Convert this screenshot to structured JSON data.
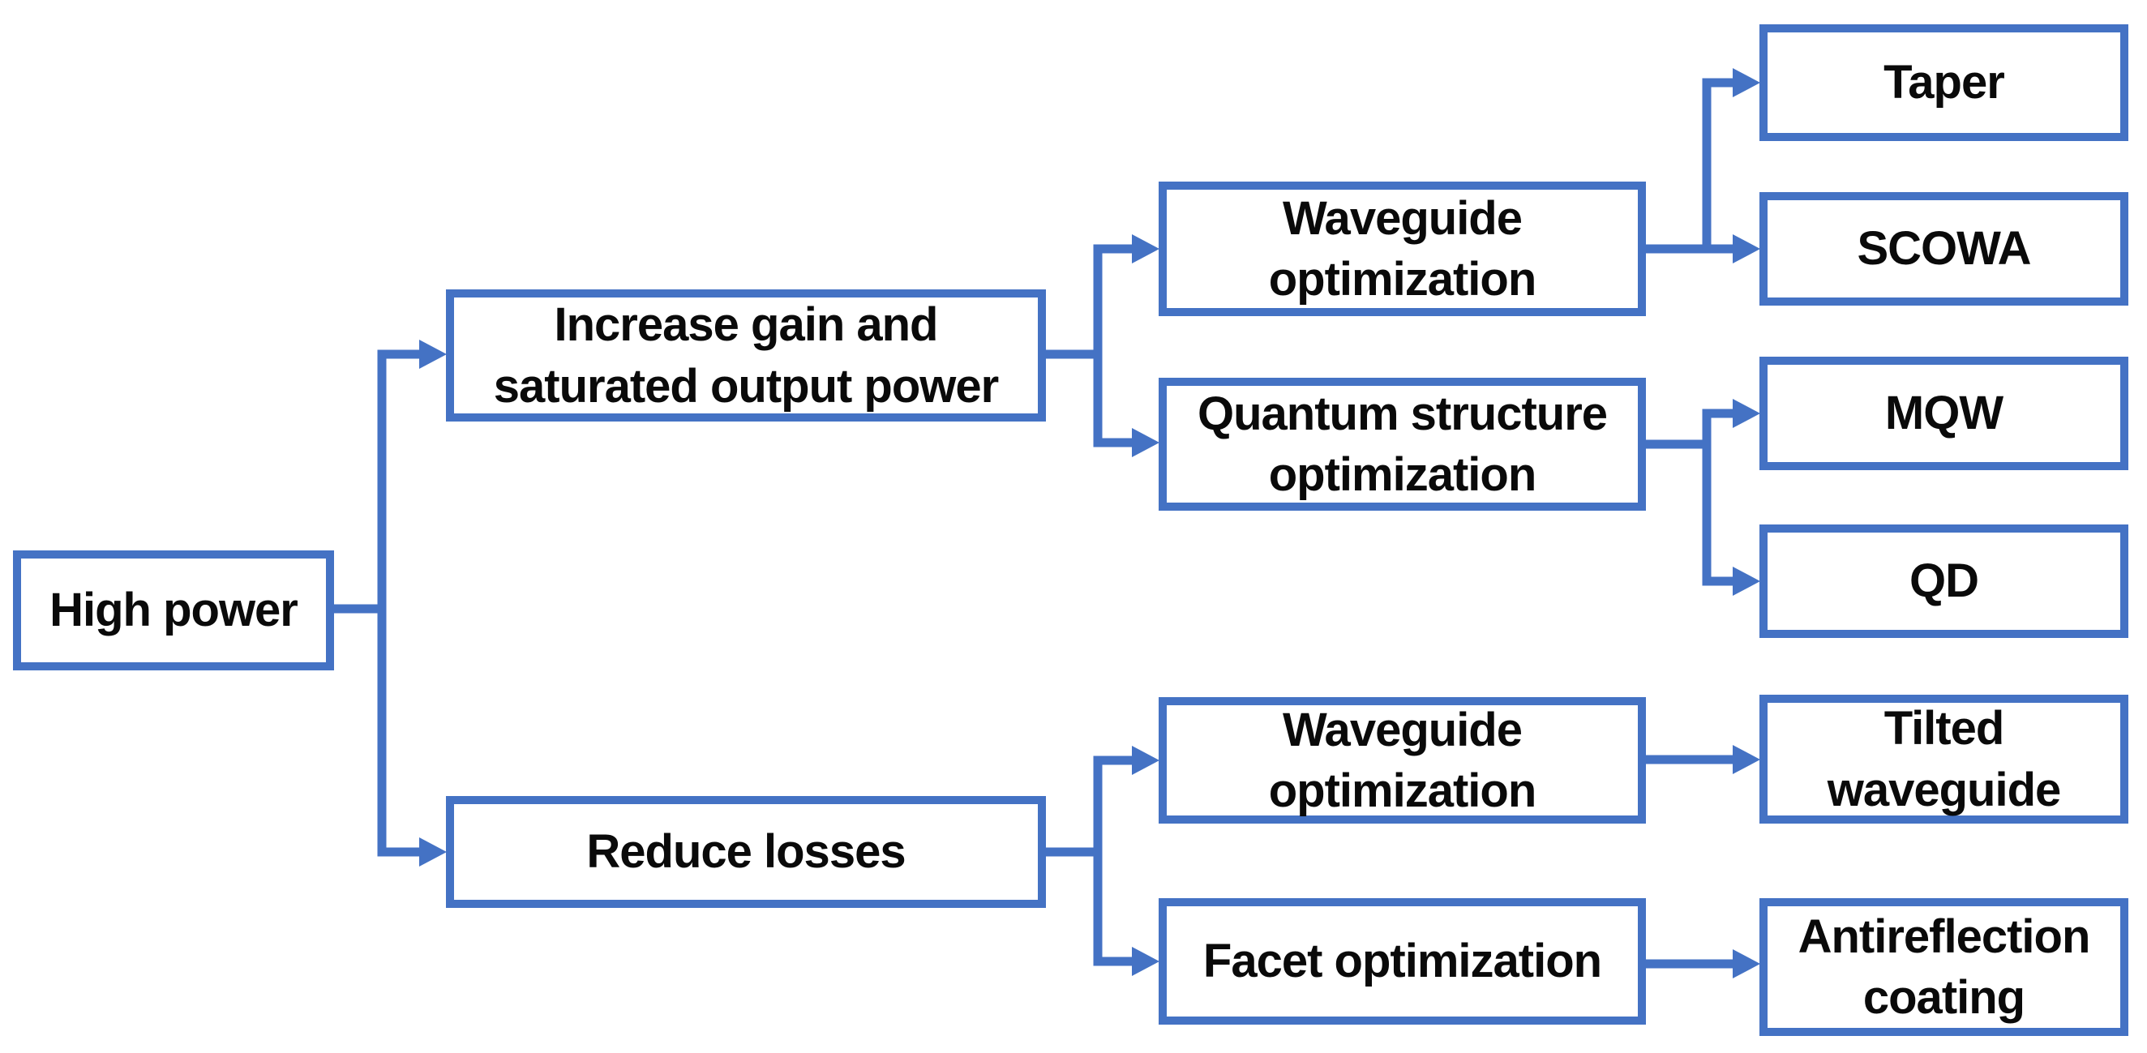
{
  "figure": {
    "type": "flowchart",
    "topic": "High power",
    "accent_color": "#4472C4",
    "text_color": "#0a0a0a",
    "background_color": "#ffffff"
  },
  "nodes": {
    "high_power": {
      "label": "High power"
    },
    "increase_gain": {
      "label": "Increase gain and\nsaturated output power"
    },
    "reduce_losses": {
      "label": "Reduce losses"
    },
    "waveguide_opt_top": {
      "label": "Waveguide\noptimization"
    },
    "quantum_structure": {
      "label": "Quantum structure\noptimization"
    },
    "waveguide_opt_bottom": {
      "label": "Waveguide\noptimization"
    },
    "facet_opt": {
      "label": "Facet optimization"
    },
    "taper": {
      "label": "Taper"
    },
    "scowa": {
      "label": "SCOWA"
    },
    "mqw": {
      "label": "MQW"
    },
    "qd": {
      "label": "QD"
    },
    "tilted_waveguide": {
      "label": "Tilted\nwaveguide"
    },
    "antireflection": {
      "label": "Antireflection\ncoating"
    }
  },
  "edges": [
    {
      "from": "high_power",
      "to": "increase_gain"
    },
    {
      "from": "high_power",
      "to": "reduce_losses"
    },
    {
      "from": "increase_gain",
      "to": "waveguide_opt_top"
    },
    {
      "from": "increase_gain",
      "to": "quantum_structure"
    },
    {
      "from": "waveguide_opt_top",
      "to": "taper"
    },
    {
      "from": "waveguide_opt_top",
      "to": "scowa"
    },
    {
      "from": "quantum_structure",
      "to": "mqw"
    },
    {
      "from": "quantum_structure",
      "to": "qd"
    },
    {
      "from": "reduce_losses",
      "to": "waveguide_opt_bottom"
    },
    {
      "from": "reduce_losses",
      "to": "facet_opt"
    },
    {
      "from": "waveguide_opt_bottom",
      "to": "tilted_waveguide"
    },
    {
      "from": "facet_opt",
      "to": "antireflection"
    }
  ]
}
